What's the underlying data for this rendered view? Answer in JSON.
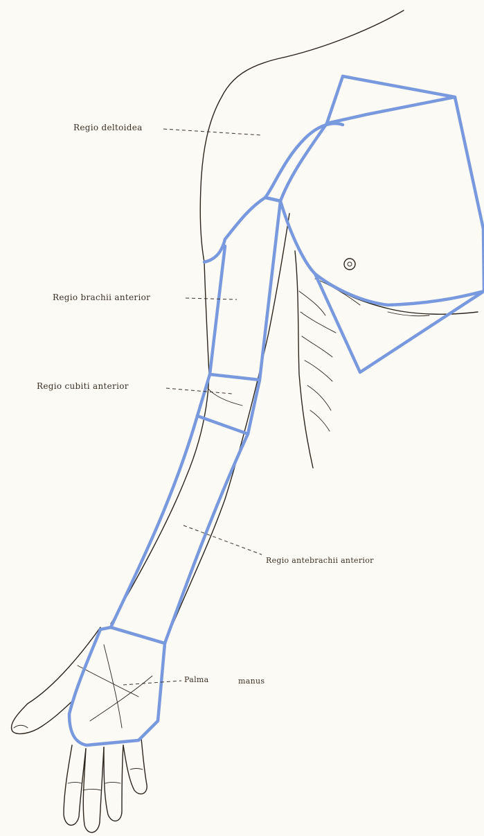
{
  "colors": {
    "region_border": "#7899de",
    "outline": "#2a241c",
    "paper": "#fbfaf4"
  },
  "labels": {
    "deltoid": "Regio deltoidea",
    "brachii_anterior": "Regio brachii anterior",
    "cubiti_anterior": "Regio cubiti anterior",
    "antebrachii_anterior": "Regio antebrachii anterior",
    "palma": "Palma",
    "manus": "manus"
  }
}
